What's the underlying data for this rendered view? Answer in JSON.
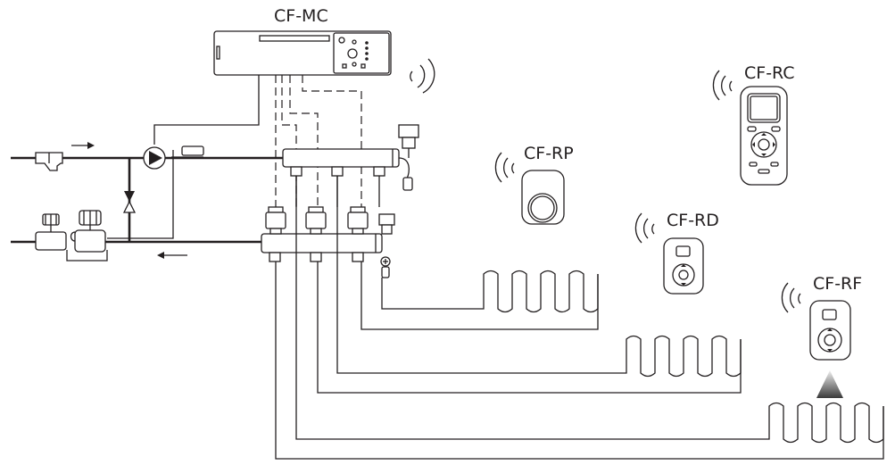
{
  "labels": {
    "master_controller": "CF-MC",
    "room_thermostat_rc": "CF-RC",
    "room_thermostat_rp": "CF-RP",
    "room_thermostat_rd": "CF-RD",
    "room_thermostat_rf": "CF-RF"
  },
  "colors": {
    "line": "#231f20",
    "background": "#ffffff",
    "floor_sensor_gradient_top": "#f0f0f0",
    "floor_sensor_gradient_bottom": "#3a3a3a"
  },
  "icons": {
    "wireless": "wireless-signal-icon",
    "pump": "pump-icon",
    "filter": "strainer-filter-icon",
    "valve": "balancing-valve-icon",
    "actuator": "thermal-actuator-icon"
  }
}
